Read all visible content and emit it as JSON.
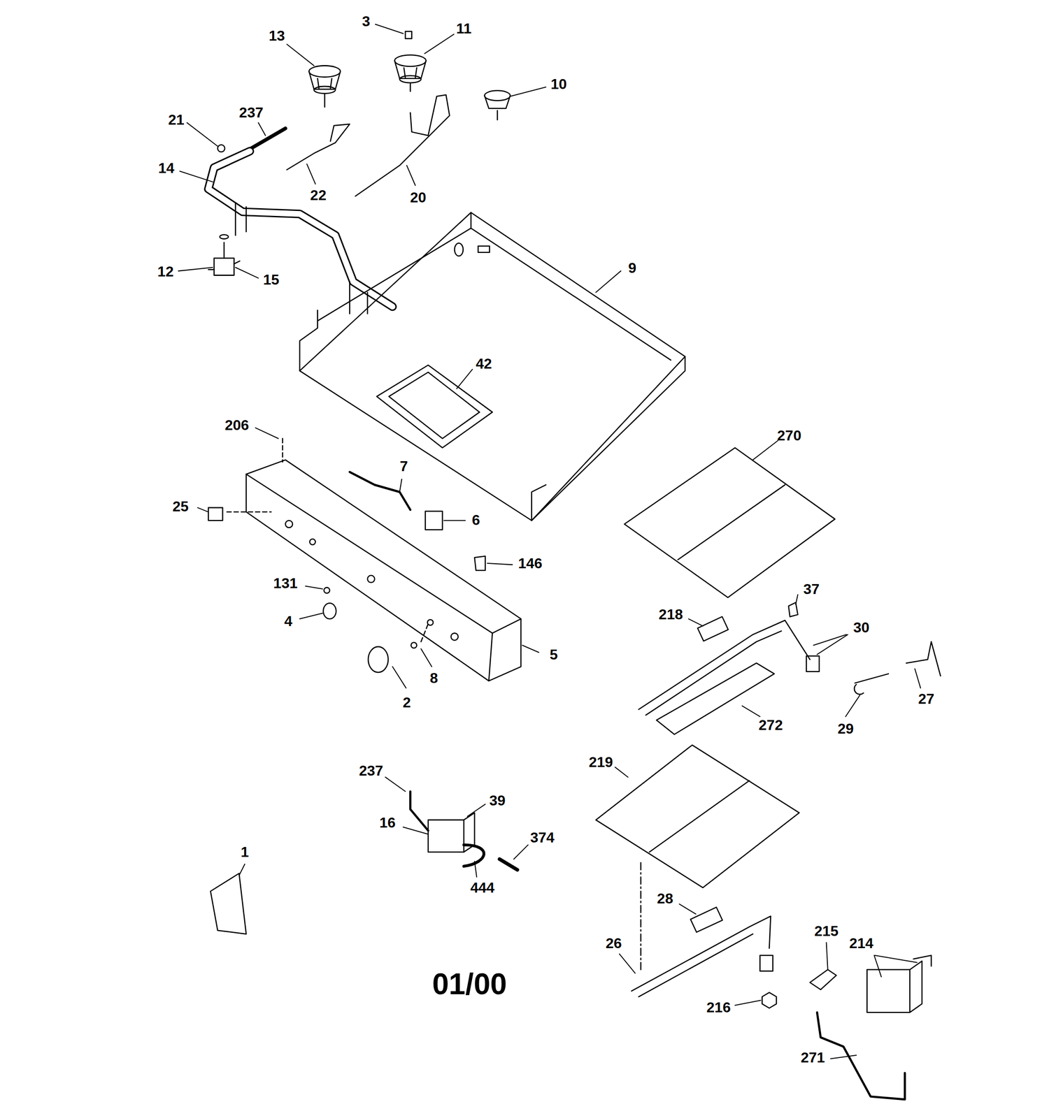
{
  "diagram": {
    "labels": [
      "13",
      "3",
      "11",
      "237",
      "21",
      "10",
      "14",
      "22",
      "20",
      "12",
      "15",
      "9",
      "42",
      "206",
      "270",
      "7",
      "25",
      "6",
      "146",
      "131",
      "37",
      "4",
      "30",
      "218",
      "5",
      "8",
      "2",
      "27",
      "29",
      "272",
      "237",
      "219",
      "39",
      "16",
      "374",
      "444",
      "1",
      "28",
      "215",
      "214",
      "26",
      "01/00",
      "216",
      "271"
    ]
  }
}
